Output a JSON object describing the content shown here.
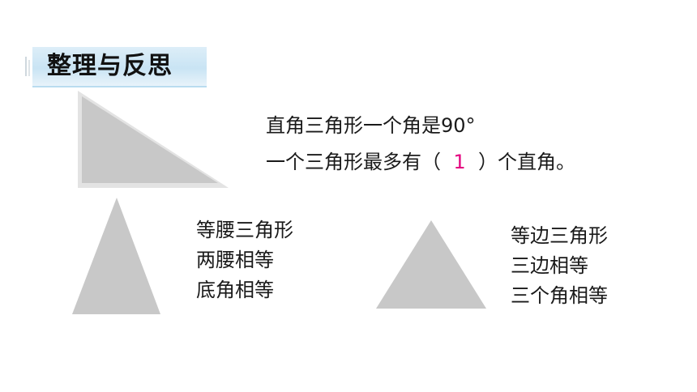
{
  "header": {
    "title": "整理与反思"
  },
  "colors": {
    "triangle_fill": "#c8c8c8",
    "triangle_border": "#e3e3e3",
    "answer": "#e4007f",
    "header_band": "#cfe6f5"
  },
  "right_triangle": {
    "line1": "直角三角形一个角是90°",
    "line2_before": "一个三角形最多有（",
    "line2_answer": "1",
    "line2_after": "）个直角。"
  },
  "isosceles": {
    "title": "等腰三角形",
    "prop1": "两腰相等",
    "prop2": "底角相等"
  },
  "equilateral": {
    "title": "等边三角形",
    "prop1": "三边相等",
    "prop2": "三个角相等"
  }
}
